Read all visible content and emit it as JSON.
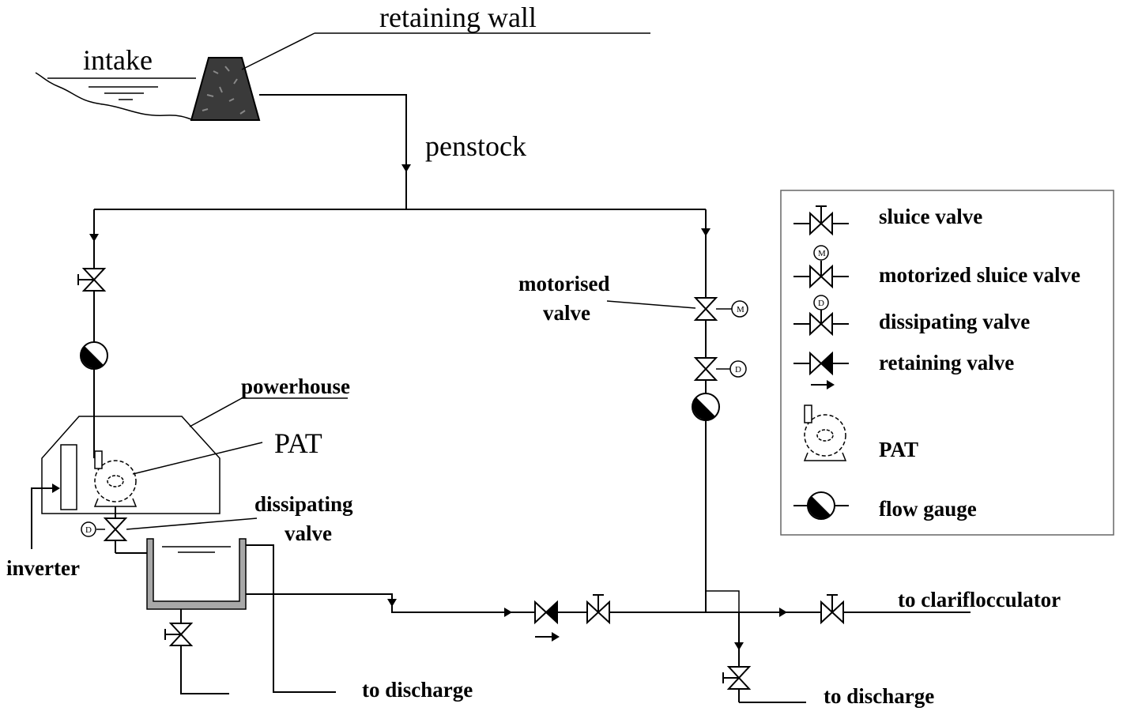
{
  "labels": {
    "retaining_wall": "retaining wall",
    "intake": "intake",
    "penstock": "penstock",
    "powerhouse": "powerhouse",
    "pat": "PAT",
    "dissipating_valve_line1": "dissipating",
    "dissipating_valve_line2": "valve",
    "inverter": "inverter",
    "motorised_valve_line1": "motorised",
    "motorised_valve_line2": "valve",
    "to_discharge_left": "to discharge",
    "to_discharge_right": "to discharge",
    "to_clariflocculator": "to clariflocculator"
  },
  "valve_badges": {
    "motor": "M",
    "dissipating": "D"
  },
  "legend": {
    "items": [
      {
        "label": "sluice valve",
        "icon": "sluice-valve-icon"
      },
      {
        "label": "motorized sluice valve",
        "icon": "motorized-sluice-valve-icon"
      },
      {
        "label": "dissipating valve",
        "icon": "dissipating-valve-icon"
      },
      {
        "label": "retaining valve",
        "icon": "retaining-valve-icon"
      },
      {
        "label": "PAT",
        "icon": "pat-icon"
      },
      {
        "label": "flow gauge",
        "icon": "flow-gauge-icon"
      }
    ]
  }
}
